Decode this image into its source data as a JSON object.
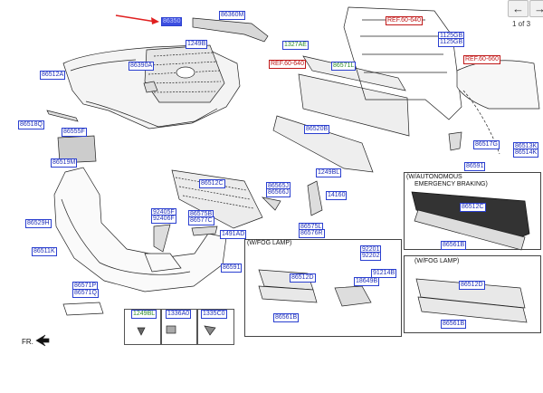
{
  "viewer": {
    "page_indicator": "1 of 3",
    "prev_icon": "←",
    "next_icon": "→"
  },
  "labels": {
    "p86350": "86350",
    "p86360M": "86360M",
    "p1249B_top": "1249B",
    "p86390A": "86390A",
    "p86512A": "86512A",
    "p86518Q": "86518Q",
    "p86555F": "86555F",
    "p86519M": "86519M",
    "p86529H": "86529H",
    "p86511K": "86511K",
    "p86571P": "86571P",
    "p86571Q": "86571Q",
    "p1327AE": "1327AE",
    "p86571L": "86571L",
    "p86520B": "86520B",
    "p1125GB": "1125GB",
    "p1125GB2": "1125GB",
    "p86517G": "86517G",
    "p86513K": "86513K",
    "p86514K": "86514K",
    "p86591": "86591",
    "p86512C": "86512C",
    "p86565J": "86565J",
    "p86566J": "86566J",
    "p1249BL": "1249BL",
    "p14160": "14160",
    "p86575L": "86575L",
    "p86576R": "86576R",
    "p92405F": "92405F",
    "p92406F": "92406F",
    "p86575B": "86575B",
    "p86577C": "86577C",
    "p1491AD": "1491AD",
    "p86591b": "86591",
    "p92201": "92201",
    "p92202": "92202",
    "p91214B": "91214B",
    "p18649B": "18649B",
    "p86512D": "86512D",
    "p86561B": "86561B",
    "p86512C_ae": "86512C",
    "p86561B_ae": "86561B",
    "p86512D_fog": "86512D",
    "p86561B_fog": "86561B"
  },
  "refs": {
    "ref1": "REF.60-640",
    "ref2": "REF.60-640",
    "ref3": "REF.60-660"
  },
  "boxes": {
    "fog_title": "(W/FOG LAMP)",
    "ae_title_1": "(W/AUTONOMOUS",
    "ae_title_2": "EMERGENCY BRAKING)",
    "fog2_title": "(W/FOG LAMP)"
  },
  "fasteners": {
    "f1": "1249BL",
    "f2": "1336A0",
    "f3": "1335C0"
  },
  "orientation": "FR."
}
